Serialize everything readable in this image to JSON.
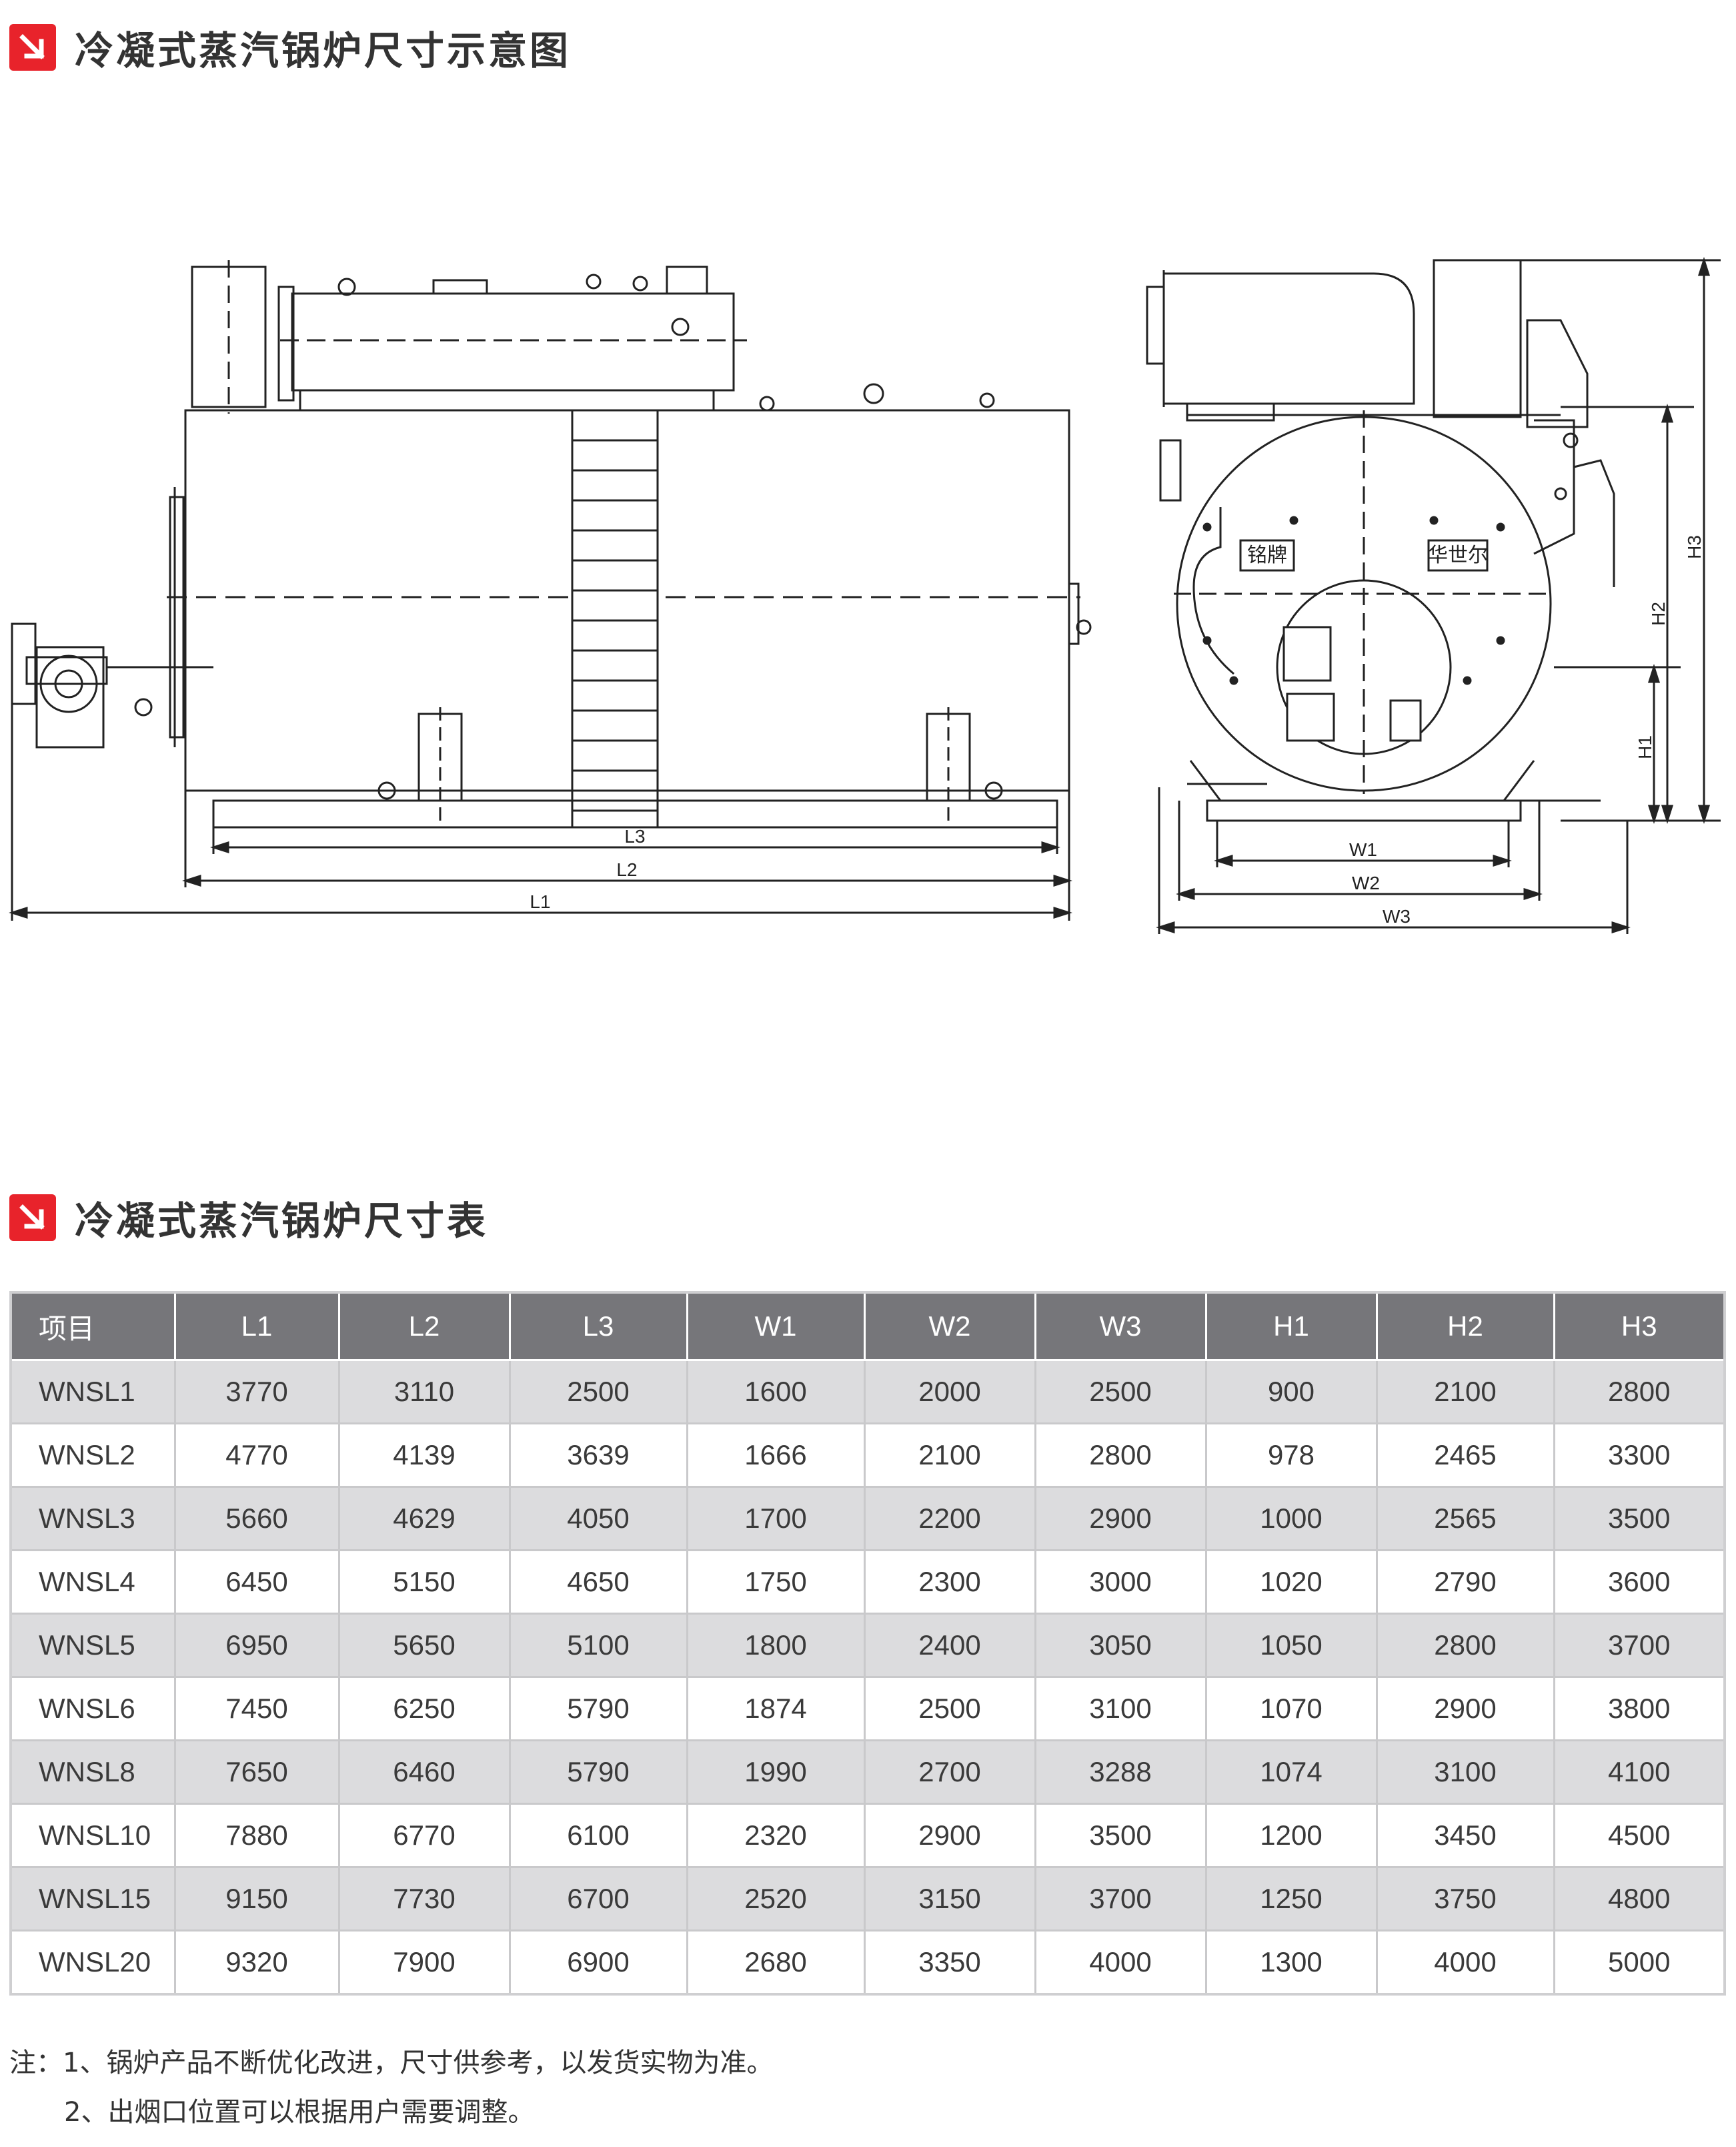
{
  "section1": {
    "title": "冷凝式蒸汽锅炉尺寸示意图"
  },
  "section2": {
    "title": "冷凝式蒸汽锅炉尺寸表"
  },
  "drawing": {
    "side_labels": [
      "L3",
      "L2",
      "L1"
    ],
    "end_labels": [
      "W1",
      "W2",
      "W3",
      "H1",
      "H2",
      "H3"
    ],
    "plate_labels": [
      "铭牌",
      "华世尔"
    ]
  },
  "table": {
    "headers": [
      "项目",
      "L1",
      "L2",
      "L3",
      "W1",
      "W2",
      "W3",
      "H1",
      "H2",
      "H3"
    ],
    "rows": [
      [
        "WNSL1",
        "3770",
        "3110",
        "2500",
        "1600",
        "2000",
        "2500",
        "900",
        "2100",
        "2800"
      ],
      [
        "WNSL2",
        "4770",
        "4139",
        "3639",
        "1666",
        "2100",
        "2800",
        "978",
        "2465",
        "3300"
      ],
      [
        "WNSL3",
        "5660",
        "4629",
        "4050",
        "1700",
        "2200",
        "2900",
        "1000",
        "2565",
        "3500"
      ],
      [
        "WNSL4",
        "6450",
        "5150",
        "4650",
        "1750",
        "2300",
        "3000",
        "1020",
        "2790",
        "3600"
      ],
      [
        "WNSL5",
        "6950",
        "5650",
        "5100",
        "1800",
        "2400",
        "3050",
        "1050",
        "2800",
        "3700"
      ],
      [
        "WNSL6",
        "7450",
        "6250",
        "5790",
        "1874",
        "2500",
        "3100",
        "1070",
        "2900",
        "3800"
      ],
      [
        "WNSL8",
        "7650",
        "6460",
        "5790",
        "1990",
        "2700",
        "3288",
        "1074",
        "3100",
        "4100"
      ],
      [
        "WNSL10",
        "7880",
        "6770",
        "6100",
        "2320",
        "2900",
        "3500",
        "1200",
        "3450",
        "4500"
      ],
      [
        "WNSL15",
        "9150",
        "7730",
        "6700",
        "2520",
        "3150",
        "3700",
        "1250",
        "3750",
        "4800"
      ],
      [
        "WNSL20",
        "9320",
        "7900",
        "6900",
        "2680",
        "3350",
        "4000",
        "1300",
        "4000",
        "5000"
      ]
    ]
  },
  "notes": [
    "注：1、锅炉产品不断优化改进，尺寸供参考，以发货实物为准。",
    "2、出烟口位置可以根据用户需要调整。"
  ],
  "colors": {
    "accent": "#e8232b",
    "header_bg": "#76767a",
    "row_alt": "#dcdcde"
  },
  "icons": {
    "section_badge": "arrow-down-right-icon"
  }
}
